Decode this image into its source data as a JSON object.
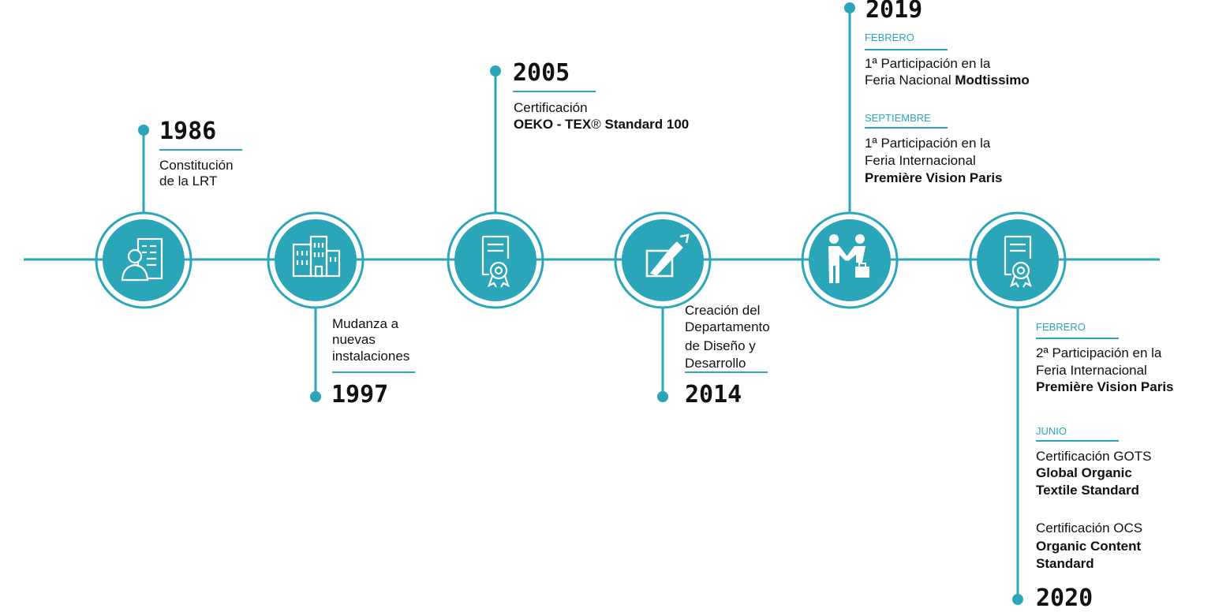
{
  "accent": "#2aa6b8",
  "events": {
    "e1986": {
      "year": "1986",
      "line1": "Constitución",
      "line2": "de la LRT",
      "icon": "business-person-icon"
    },
    "e1997": {
      "year": "1997",
      "line1": "Mudanza a",
      "line2": "nuevas",
      "line3": "instalaciones",
      "icon": "office-building-icon"
    },
    "e2005": {
      "year": "2005",
      "line1": "Certificación",
      "line2_bold": "OEKO - TEX",
      "line2_reg": "®",
      "line2_bold2": " Standard 100",
      "icon": "certificate-icon"
    },
    "e2014": {
      "year": "2014",
      "line1": "Creación del",
      "line2": "Departamento",
      "line3": "de Diseño y",
      "line4": "Desarrollo",
      "icon": "design-edit-icon"
    },
    "e2019": {
      "year": "2019",
      "icon": "handshake-icon",
      "items": [
        {
          "month": "FEBRERO",
          "line1": "1ª Participación en la",
          "line2": "Feria Nacional ",
          "bold": "Modtissimo"
        },
        {
          "month": "SEPTIEMBRE",
          "line1": "1ª Participación en la",
          "line2": "Feria Internacional",
          "bold": "Première Vision Paris"
        }
      ]
    },
    "e2020": {
      "year": "2020",
      "icon": "certificate-icon",
      "items": [
        {
          "month": "FEBRERO",
          "line1": "2ª Participación en la",
          "line2": "Feria Internacional",
          "bold": "Première Vision Paris"
        },
        {
          "month": "JUNIO",
          "line1": "Certificación GOTS",
          "bold1": "Global Organic",
          "bold2": "Textile Standard"
        },
        {
          "line1": "Certificación OCS",
          "bold1": "Organic Content",
          "bold2": "Standard"
        }
      ]
    }
  }
}
